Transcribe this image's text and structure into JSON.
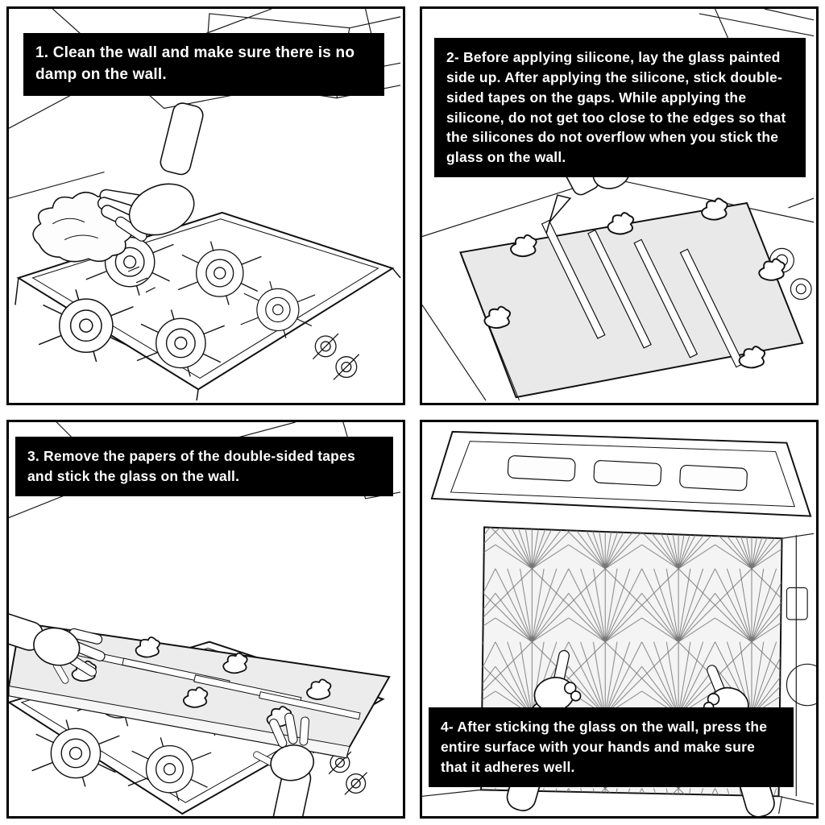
{
  "colors": {
    "caption_bg": "#000000",
    "caption_text": "#ffffff",
    "glass_fill": "#e9e9e9",
    "line": "#111111"
  },
  "panels": [
    {
      "step": "1",
      "caption": "1. Clean the wall and make sure there is no damp on the wall."
    },
    {
      "step": "2",
      "caption": "2- Before applying silicone, lay the glass painted side up. After applying the silicone, stick double-sided tapes on the gaps. While applying the silicone, do not get too close to the edges so that the silicones do not overflow when you stick the glass on the wall."
    },
    {
      "step": "3",
      "caption": "3. Remove the papers of the double-sided tapes and stick the glass on the wall."
    },
    {
      "step": "4",
      "caption": "4- After sticking the glass on the wall, press the entire surface with your hands and make sure that it adheres well."
    }
  ]
}
